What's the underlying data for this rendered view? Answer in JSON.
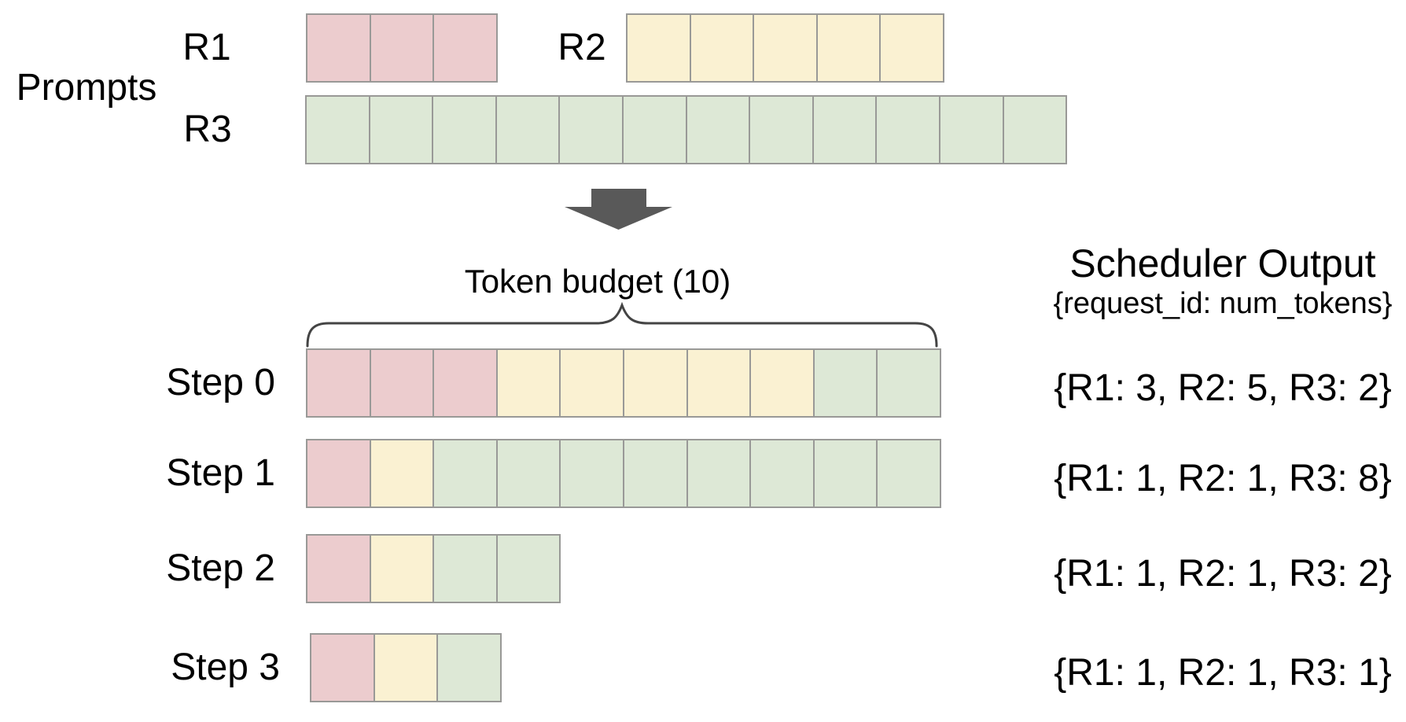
{
  "colors": {
    "r1": "#ecccce",
    "r2": "#faf1d2",
    "r3": "#dde8d6",
    "border": "#999997",
    "arrow": "#595959",
    "brace": "#444444",
    "text": "#000000"
  },
  "prompts": {
    "section_label": "Prompts",
    "requests": [
      {
        "label": "R1",
        "cells": {
          "r1": 3
        }
      },
      {
        "label": "R2",
        "cells": {
          "r2": 5
        }
      },
      {
        "label": "R3",
        "cells": {
          "r3": 12
        }
      }
    ]
  },
  "token_budget": {
    "label": "Token budget (10)",
    "value": 10
  },
  "scheduler_output": {
    "title": "Scheduler Output",
    "subtitle": "{request_id: num_tokens}"
  },
  "steps": [
    {
      "label": "Step 0",
      "cells": {
        "r1": 3,
        "r2": 5,
        "r3": 2
      },
      "output": "{R1: 3, R2: 5, R3: 2}"
    },
    {
      "label": "Step 1",
      "cells": {
        "r1": 1,
        "r2": 1,
        "r3": 8
      },
      "output": "{R1: 1, R2: 1, R3: 8}"
    },
    {
      "label": "Step 2",
      "cells": {
        "r1": 1,
        "r2": 1,
        "r3": 2
      },
      "output": "{R1: 1, R2: 1, R3: 2}"
    },
    {
      "label": "Step 3",
      "cells": {
        "r1": 1,
        "r2": 1,
        "r3": 1
      },
      "output": "{R1: 1, R2: 1, R3: 1}"
    }
  ]
}
